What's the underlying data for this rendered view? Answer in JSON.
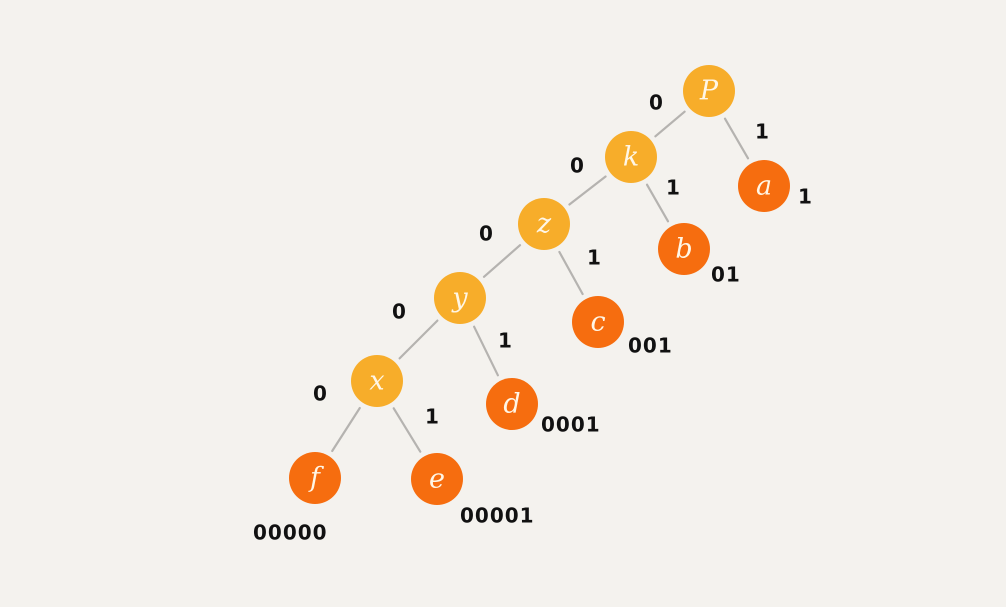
{
  "tree": {
    "nodes": [
      {
        "id": "p",
        "label": "P",
        "kind": "inner"
      },
      {
        "id": "k",
        "label": "k",
        "kind": "inner"
      },
      {
        "id": "a",
        "label": "a",
        "kind": "leaf",
        "code": "1"
      },
      {
        "id": "z",
        "label": "z",
        "kind": "inner"
      },
      {
        "id": "b",
        "label": "b",
        "kind": "leaf",
        "code": "01"
      },
      {
        "id": "y",
        "label": "y",
        "kind": "inner"
      },
      {
        "id": "c",
        "label": "c",
        "kind": "leaf",
        "code": "001"
      },
      {
        "id": "x",
        "label": "x",
        "kind": "inner"
      },
      {
        "id": "d",
        "label": "d",
        "kind": "leaf",
        "code": "0001"
      },
      {
        "id": "f",
        "label": "f",
        "kind": "leaf",
        "code": "00000"
      },
      {
        "id": "e",
        "label": "e",
        "kind": "leaf",
        "code": "00001"
      }
    ],
    "edges": [
      {
        "from": "p",
        "to": "k",
        "label": "0"
      },
      {
        "from": "p",
        "to": "a",
        "label": "1"
      },
      {
        "from": "k",
        "to": "z",
        "label": "0"
      },
      {
        "from": "k",
        "to": "b",
        "label": "1"
      },
      {
        "from": "z",
        "to": "y",
        "label": "0"
      },
      {
        "from": "z",
        "to": "c",
        "label": "1"
      },
      {
        "from": "y",
        "to": "x",
        "label": "0"
      },
      {
        "from": "y",
        "to": "d",
        "label": "1"
      },
      {
        "from": "x",
        "to": "f",
        "label": "0"
      },
      {
        "from": "x",
        "to": "e",
        "label": "1"
      }
    ]
  },
  "colors": {
    "inner_node": "#f7ad2a",
    "leaf_node": "#f66d0f",
    "edge": "#b5b3b0",
    "text": "#111111",
    "background": "#f4f2ee"
  }
}
